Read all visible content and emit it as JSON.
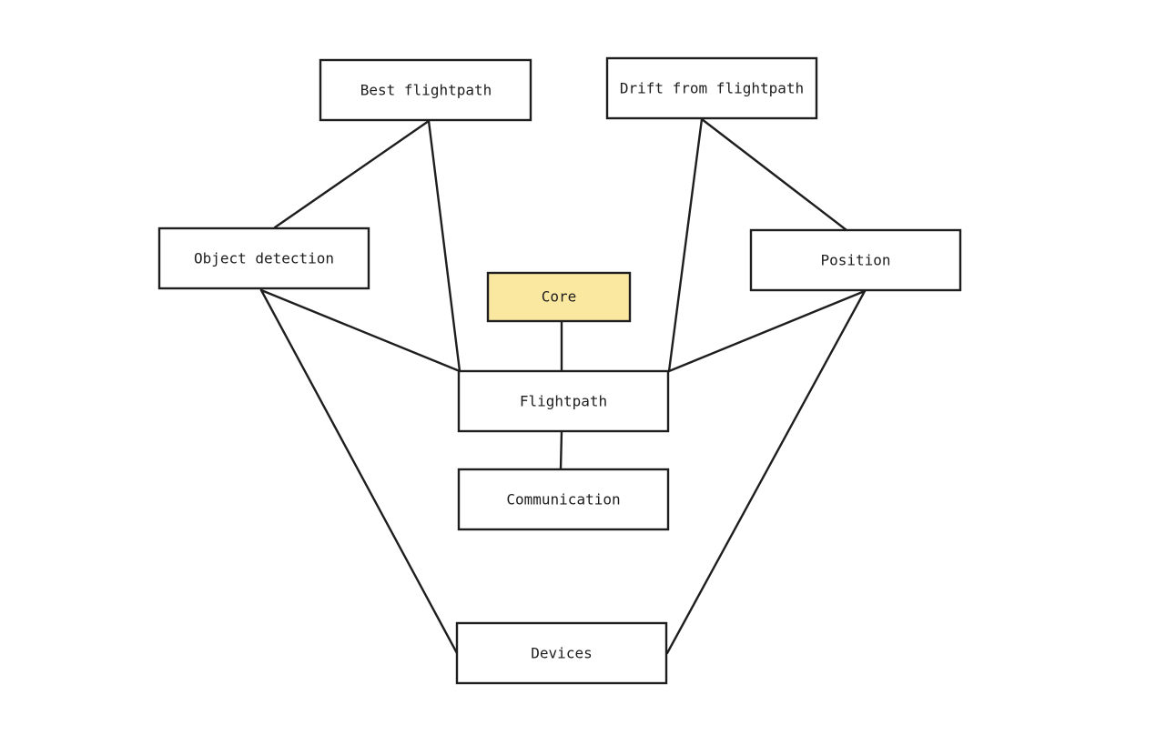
{
  "diagram": {
    "nodes": {
      "best_flightpath": {
        "label": "Best flightpath",
        "fill": "#ffffff"
      },
      "drift": {
        "label": "Drift from flightpath",
        "fill": "#ffffff"
      },
      "object_detection": {
        "label": "Object detection",
        "fill": "#ffffff"
      },
      "position": {
        "label": "Position",
        "fill": "#ffffff"
      },
      "core": {
        "label": "Core",
        "fill": "#fbe8a0"
      },
      "flightpath": {
        "label": "Flightpath",
        "fill": "#ffffff"
      },
      "communication": {
        "label": "Communication",
        "fill": "#ffffff"
      },
      "devices": {
        "label": "Devices",
        "fill": "#ffffff"
      }
    },
    "edges": [
      {
        "from": "best_flightpath",
        "to": "object_detection"
      },
      {
        "from": "best_flightpath",
        "to": "flightpath"
      },
      {
        "from": "drift",
        "to": "flightpath"
      },
      {
        "from": "drift",
        "to": "position"
      },
      {
        "from": "object_detection",
        "to": "flightpath"
      },
      {
        "from": "position",
        "to": "flightpath"
      },
      {
        "from": "core",
        "to": "flightpath"
      },
      {
        "from": "flightpath",
        "to": "communication"
      },
      {
        "from": "object_detection",
        "to": "devices"
      },
      {
        "from": "position",
        "to": "devices"
      }
    ],
    "colors": {
      "stroke": "#1e1e1e",
      "text": "#1e1e1e",
      "background": "#ffffff"
    }
  }
}
